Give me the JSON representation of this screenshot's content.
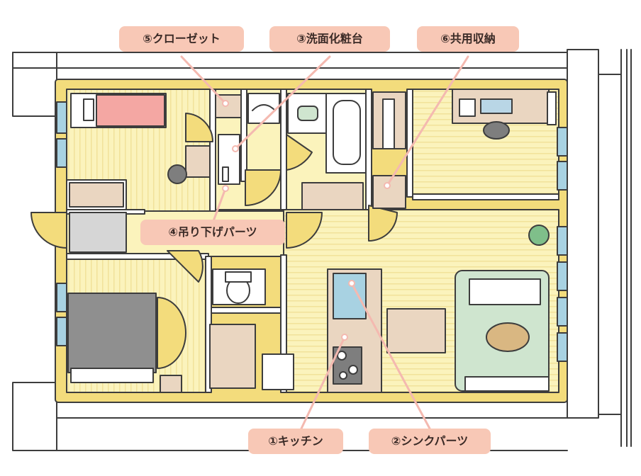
{
  "diagram": {
    "colors": {
      "wall": "#f3dc7c",
      "floor": "#fbf3bc",
      "floor_stripe": "#f1e29a",
      "furniture": "#ead6c1",
      "bed_pink": "#f4a7a3",
      "sofa_gray": "#8f8f8f",
      "rug_green": "#cfe5cf",
      "callout_bg": "#f8c8b6",
      "leader_line": "#f4b9b0",
      "window": "#a8d2e2"
    },
    "callouts": {
      "kitchen": "①キッチン",
      "sink_parts": "②シンクパーツ",
      "vanity": "③洗面化粧台",
      "hanging_parts": "④吊り下げパーツ",
      "closet": "⑤クローゼット",
      "shared_storage": "⑥共用収納"
    }
  }
}
